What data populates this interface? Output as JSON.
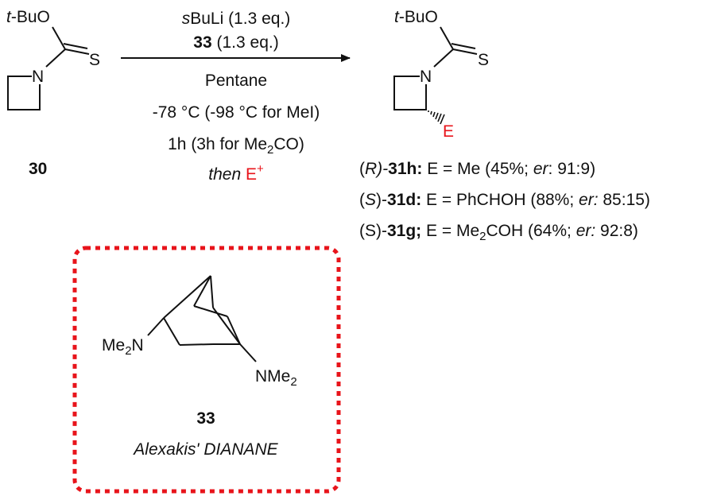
{
  "colors": {
    "ink": "#111111",
    "electrophile": "#e8141b",
    "dashed_box": "#e8141b"
  },
  "start_material": {
    "tbuo_prefix": "t",
    "tbuo_rest": "-BuO",
    "sulfur": "S",
    "nitrogen": "N",
    "label": "30"
  },
  "conditions": {
    "line1_italic": "s",
    "line1_rest": "BuLi (1.3 eq.)",
    "line2_bold": "33",
    "line2_rest": " (1.3 eq.)",
    "line3": "Pentane",
    "line4": "-78 °C (-98 °C for MeI)",
    "line5_a": "1h (3h for Me",
    "line5_sub": "2",
    "line5_b": "CO)",
    "line6_italic": "then",
    "line6_e": "E",
    "line6_sup": "+"
  },
  "product": {
    "tbuo_prefix": "t",
    "tbuo_rest": "-BuO",
    "sulfur": "S",
    "nitrogen": "N",
    "electrophile": "E"
  },
  "results": [
    {
      "open": "(",
      "config": "R",
      "close": ")-",
      "compound": "31h:",
      "text_a": " E = Me (45%; ",
      "er": "er",
      "text_b": ": 91:9)"
    },
    {
      "open": "(",
      "config": "S",
      "close": ")-",
      "compound": "31d:",
      "text_a": " E = PhCHOH (88%; ",
      "er": "er:",
      "text_b": " 85:15)"
    },
    {
      "prefix": "(S)-",
      "compound": "31g;",
      "text_a": " E = Me",
      "sub": "2",
      "text_b": "COH (64%; ",
      "er": "er:",
      "text_c": " 92:8)"
    }
  ],
  "ligand": {
    "left_group": "Me",
    "left_sub": "2",
    "left_n": "N",
    "right_group": "NMe",
    "right_sub": "2",
    "label": "33",
    "name": "Alexakis' DIANANE"
  }
}
